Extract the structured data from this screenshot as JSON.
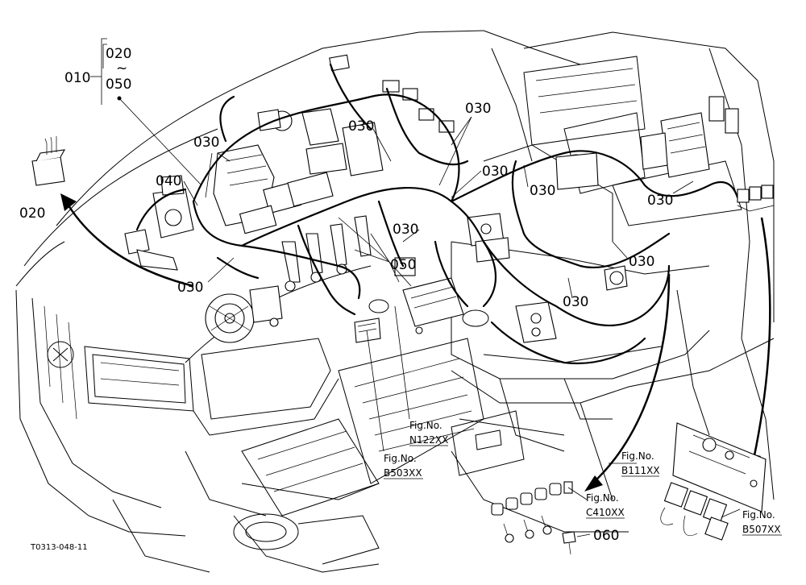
{
  "drawing_code": "T0313-048-11",
  "callouts": {
    "c010": "010",
    "c020_top": "020",
    "c050_top": "050",
    "range_sep": "~",
    "c020": "020",
    "c040": "040",
    "c030": "030",
    "c050": "050",
    "c060": "060"
  },
  "figure_refs": {
    "label": "Fig.No.",
    "n122": "N122XX",
    "b503": "B503XX",
    "c410": "C410XX",
    "b111": "B111XX",
    "b507": "B507XX"
  }
}
